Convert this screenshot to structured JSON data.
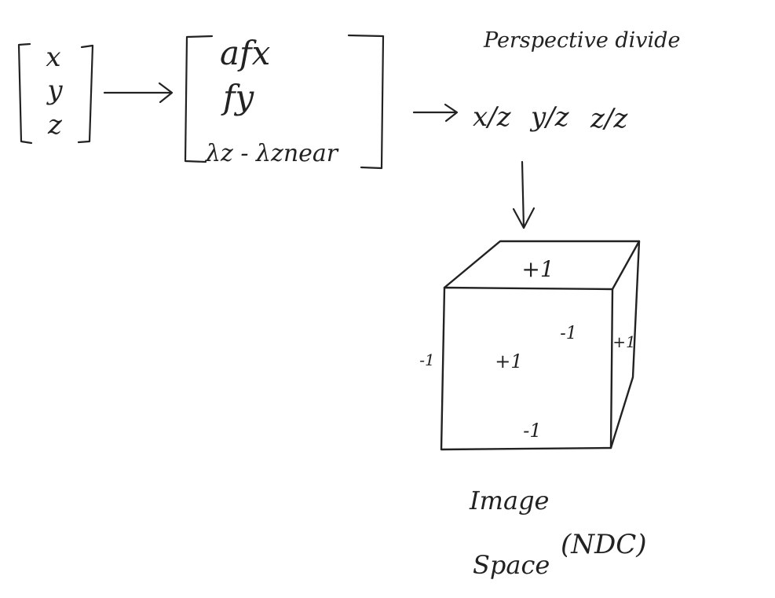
{
  "ink_color": "#222222",
  "background": "#ffffff",
  "input_vector": {
    "entries": [
      "x",
      "y",
      "z"
    ]
  },
  "projected_vector": {
    "entries": [
      "afx",
      "fy",
      "λz - λznear"
    ]
  },
  "perspective_divide": {
    "label": "Perspective divide",
    "terms": [
      "x/z",
      "y/z",
      "z/z"
    ]
  },
  "cube": {
    "face_labels": {
      "top": "+1",
      "front_center": "+1",
      "front_bottom": "-1",
      "back_upper": "-1",
      "right_side": "+1",
      "left_outside": "-1"
    }
  },
  "caption": {
    "line1": "Image",
    "line2": "Space",
    "ndc": "(NDC)"
  }
}
